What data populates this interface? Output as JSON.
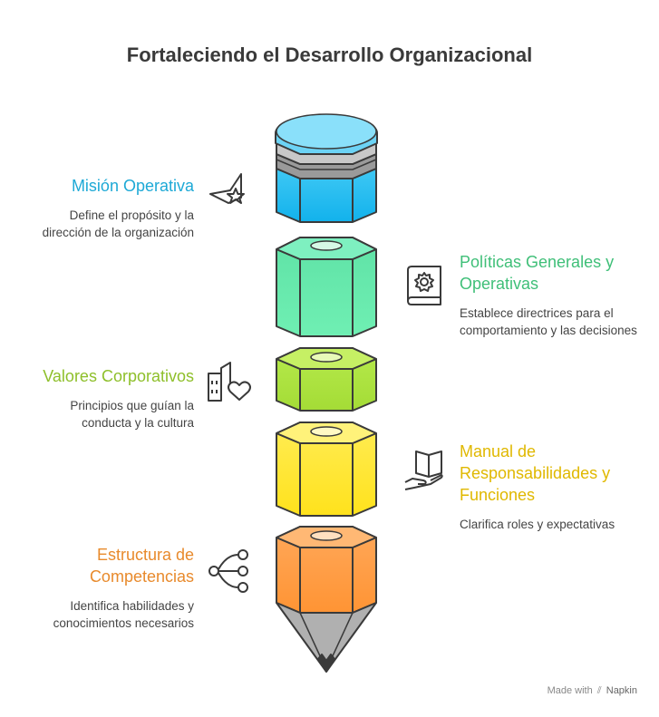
{
  "title": "Fortaleciendo el Desarrollo Organizacional",
  "items": [
    {
      "heading": "Misión Operativa",
      "description": "Define el propósito y la dirección de la organización",
      "color": "#1ea9d6",
      "icon": "star-arrow-icon"
    },
    {
      "heading": "Políticas Generales y Operativas",
      "description": "Establece directrices para el comportamiento y las decisiones",
      "color": "#3fbf78",
      "icon": "gear-book-icon"
    },
    {
      "heading": "Valores Corporativos",
      "description": "Principios que guían la conducta y la cultura",
      "color": "#8ebf2a",
      "icon": "building-heart-icon"
    },
    {
      "heading": "Manual de Responsabilidades y Funciones",
      "description": "Clarifica roles y expectativas",
      "color": "#e0b800",
      "icon": "hand-book-icon"
    },
    {
      "heading": "Estructura de Competencias",
      "description": "Identifica habilidades y conocimientos necesarios",
      "color": "#e88a2c",
      "icon": "network-icon"
    }
  ],
  "footer": {
    "made_with": "Made with",
    "brand": "Napkin"
  }
}
